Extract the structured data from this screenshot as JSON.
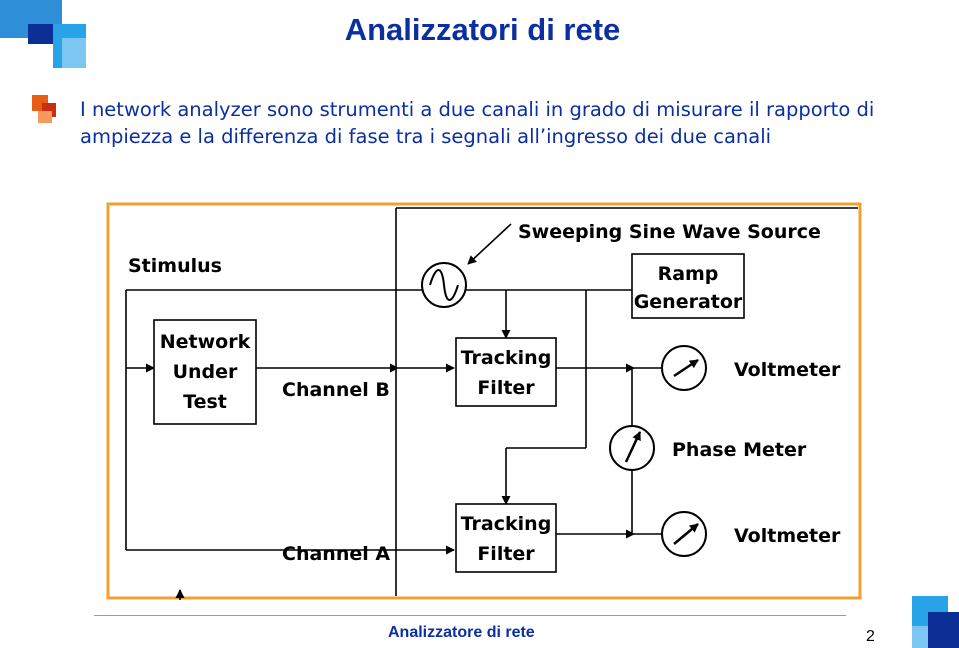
{
  "slide": {
    "title": "Analizzatori di rete",
    "body": "I network analyzer sono strumenti a due canali in grado di misurare il rapporto di ampiezza e la differenza di fase tra i segnali all’ingresso dei due canali"
  },
  "diagram": {
    "source_label": "Sweeping Sine Wave Source",
    "stimulus_label": "Stimulus",
    "ramp_line1": "Ramp",
    "ramp_line2": "Generator",
    "nut_line1": "Network",
    "nut_line2": "Under",
    "nut_line3": "Test",
    "channel_b_label": "Channel B",
    "channel_a_label": "Channel A",
    "filter_b_line1": "Tracking",
    "filter_b_line2": "Filter",
    "filter_a_line1": "Tracking",
    "filter_a_line2": "Filter",
    "voltmeter_top_label": "Voltmeter",
    "phase_meter_label": "Phase Meter",
    "voltmeter_bottom_label": "Voltmeter",
    "border_color": "#f0a030"
  },
  "footer": {
    "title": "Analizzatore di rete",
    "page": "2"
  }
}
